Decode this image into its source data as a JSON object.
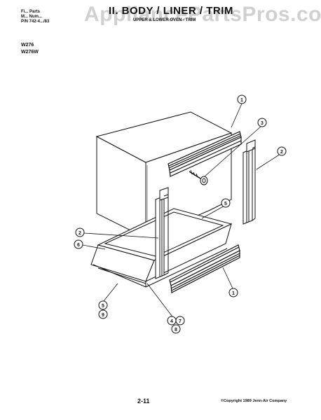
{
  "header": {
    "left_lines": [
      "Fi... Parts",
      "M... Num...",
      "P/N 742-4.../83"
    ],
    "title": "II. BODY / LINER / TRIM",
    "subtitle": "UPPER & LOWER OVEN - TRIM",
    "models": [
      "W276",
      "W276W"
    ]
  },
  "watermark": "AppliancePartsPros.com",
  "callouts": {
    "c1_top": "1",
    "c3": "3",
    "c2_right": "2",
    "c5_right": "5",
    "c2_left": "2",
    "c6": "6",
    "c1_bottom": "1",
    "c5_left": "5",
    "c9": "9",
    "c4": "4",
    "c7": "7",
    "c8": "8"
  },
  "footer": {
    "page": "2-11",
    "copyright": "©Copyright 1989 Jenn-Air Company"
  },
  "colors": {
    "line": "#111111",
    "watermark": "#969696"
  }
}
